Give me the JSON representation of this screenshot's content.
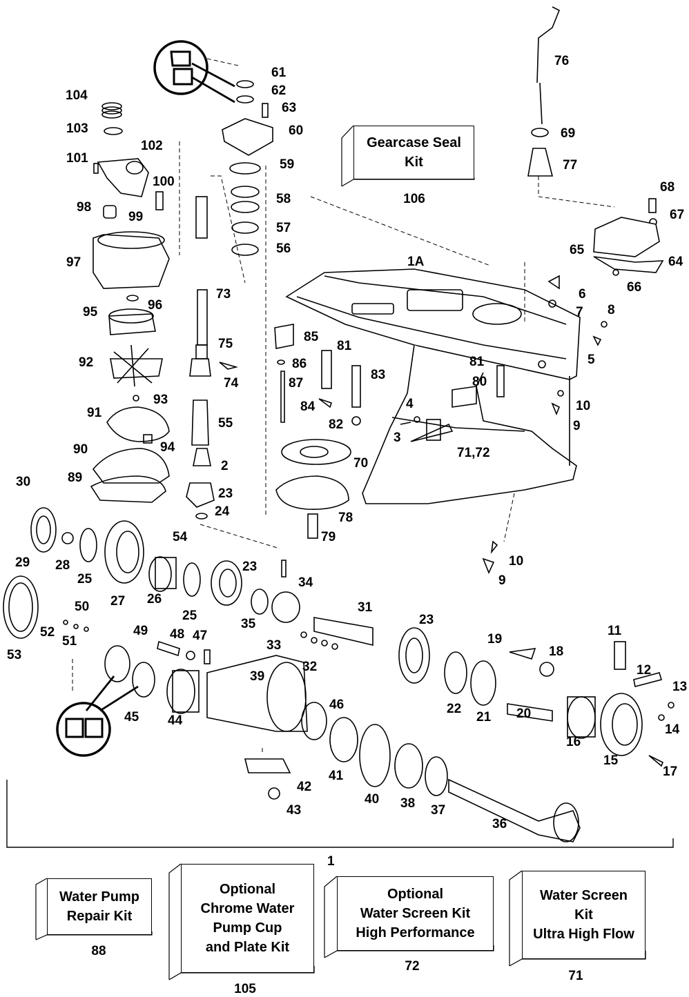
{
  "parts": [
    {
      "id": "p61",
      "text": "61"
    },
    {
      "id": "p62",
      "text": "62"
    },
    {
      "id": "p63",
      "text": "63"
    },
    {
      "id": "p60",
      "text": "60"
    },
    {
      "id": "p59",
      "text": "59"
    },
    {
      "id": "p58",
      "text": "58"
    },
    {
      "id": "p57",
      "text": "57"
    },
    {
      "id": "p56",
      "text": "56"
    },
    {
      "id": "p73",
      "text": "73"
    },
    {
      "id": "p75",
      "text": "75"
    },
    {
      "id": "p74",
      "text": "74"
    },
    {
      "id": "p55",
      "text": "55"
    },
    {
      "id": "p2",
      "text": "2"
    },
    {
      "id": "p23a",
      "text": "23"
    },
    {
      "id": "p24",
      "text": "24"
    },
    {
      "id": "p54",
      "text": "54"
    },
    {
      "id": "p104",
      "text": "104"
    },
    {
      "id": "p103",
      "text": "103"
    },
    {
      "id": "p101",
      "text": "101"
    },
    {
      "id": "p102",
      "text": "102"
    },
    {
      "id": "p100",
      "text": "100"
    },
    {
      "id": "p98",
      "text": "98"
    },
    {
      "id": "p99",
      "text": "99"
    },
    {
      "id": "p97",
      "text": "97"
    },
    {
      "id": "p96",
      "text": "96"
    },
    {
      "id": "p95",
      "text": "95"
    },
    {
      "id": "p92",
      "text": "92"
    },
    {
      "id": "p93",
      "text": "93"
    },
    {
      "id": "p91",
      "text": "91"
    },
    {
      "id": "p94",
      "text": "94"
    },
    {
      "id": "p90",
      "text": "90"
    },
    {
      "id": "p89",
      "text": "89"
    },
    {
      "id": "p30",
      "text": "30"
    },
    {
      "id": "p29",
      "text": "29"
    },
    {
      "id": "p28",
      "text": "28"
    },
    {
      "id": "p25a",
      "text": "25"
    },
    {
      "id": "p27",
      "text": "27"
    },
    {
      "id": "p26",
      "text": "26"
    },
    {
      "id": "p25b",
      "text": "25"
    },
    {
      "id": "p23b",
      "text": "23"
    },
    {
      "id": "p34",
      "text": "34"
    },
    {
      "id": "p35",
      "text": "35"
    },
    {
      "id": "p33",
      "text": "33"
    },
    {
      "id": "p31",
      "text": "31"
    },
    {
      "id": "p32",
      "text": "32"
    },
    {
      "id": "p23c",
      "text": "23"
    },
    {
      "id": "p53",
      "text": "53"
    },
    {
      "id": "p50",
      "text": "50"
    },
    {
      "id": "p52",
      "text": "52"
    },
    {
      "id": "p51",
      "text": "51"
    },
    {
      "id": "p49",
      "text": "49"
    },
    {
      "id": "p48",
      "text": "48"
    },
    {
      "id": "p47",
      "text": "47"
    },
    {
      "id": "p39",
      "text": "39"
    },
    {
      "id": "p45",
      "text": "45"
    },
    {
      "id": "p44",
      "text": "44"
    },
    {
      "id": "p46",
      "text": "46"
    },
    {
      "id": "p41",
      "text": "41"
    },
    {
      "id": "p42",
      "text": "42"
    },
    {
      "id": "p43",
      "text": "43"
    },
    {
      "id": "p40",
      "text": "40"
    },
    {
      "id": "p38",
      "text": "38"
    },
    {
      "id": "p37",
      "text": "37"
    },
    {
      "id": "p36",
      "text": "36"
    },
    {
      "id": "p22",
      "text": "22"
    },
    {
      "id": "p21",
      "text": "21"
    },
    {
      "id": "p19",
      "text": "19"
    },
    {
      "id": "p18",
      "text": "18"
    },
    {
      "id": "p20",
      "text": "20"
    },
    {
      "id": "p16",
      "text": "16"
    },
    {
      "id": "p15",
      "text": "15"
    },
    {
      "id": "p11",
      "text": "11"
    },
    {
      "id": "p12",
      "text": "12"
    },
    {
      "id": "p13",
      "text": "13"
    },
    {
      "id": "p14",
      "text": "14"
    },
    {
      "id": "p17",
      "text": "17"
    },
    {
      "id": "p76",
      "text": "76"
    },
    {
      "id": "p69",
      "text": "69"
    },
    {
      "id": "p77",
      "text": "77"
    },
    {
      "id": "p68",
      "text": "68"
    },
    {
      "id": "p67",
      "text": "67"
    },
    {
      "id": "p65",
      "text": "65"
    },
    {
      "id": "p64",
      "text": "64"
    },
    {
      "id": "p66",
      "text": "66"
    },
    {
      "id": "p1A",
      "text": "1A"
    },
    {
      "id": "p6",
      "text": "6"
    },
    {
      "id": "p7",
      "text": "7"
    },
    {
      "id": "p8",
      "text": "8"
    },
    {
      "id": "p5",
      "text": "5"
    },
    {
      "id": "p85",
      "text": "85"
    },
    {
      "id": "p81a",
      "text": "81"
    },
    {
      "id": "p86",
      "text": "86"
    },
    {
      "id": "p87",
      "text": "87"
    },
    {
      "id": "p83",
      "text": "83"
    },
    {
      "id": "p84",
      "text": "84"
    },
    {
      "id": "p82",
      "text": "82"
    },
    {
      "id": "p81b",
      "text": "81"
    },
    {
      "id": "p80",
      "text": "80"
    },
    {
      "id": "p4",
      "text": "4"
    },
    {
      "id": "p3",
      "text": "3"
    },
    {
      "id": "p7172",
      "text": "71,72"
    },
    {
      "id": "p10a",
      "text": "10"
    },
    {
      "id": "p9a",
      "text": "9"
    },
    {
      "id": "p70",
      "text": "70"
    },
    {
      "id": "p78",
      "text": "78"
    },
    {
      "id": "p79",
      "text": "79"
    },
    {
      "id": "p10b",
      "text": "10"
    },
    {
      "id": "p9b",
      "text": "9"
    },
    {
      "id": "p1",
      "text": "1"
    }
  ],
  "kits": {
    "gearcase_seal": {
      "label_line1": "Gearcase Seal",
      "label_line2": "Kit",
      "number": "106"
    },
    "water_pump_repair": {
      "label_line1": "Water Pump",
      "label_line2": "Repair Kit",
      "number": "88"
    },
    "chrome_cup": {
      "label_line1": "Optional",
      "label_line2": "Chrome Water",
      "label_line3": "Pump Cup",
      "label_line4": "and Plate Kit",
      "number": "105"
    },
    "water_screen_hp": {
      "label_line1": "Optional",
      "label_line2": "Water Screen Kit",
      "label_line3": "High Performance",
      "number": "72"
    },
    "water_screen_uhf": {
      "label_line1": "Water Screen",
      "label_line2": "Kit",
      "label_line3": "Ultra High Flow",
      "number": "71"
    }
  }
}
